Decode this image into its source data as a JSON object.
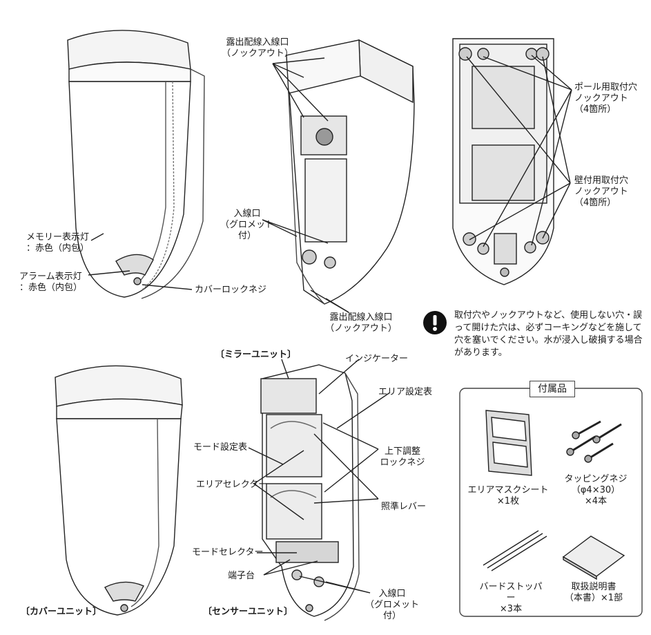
{
  "callouts": {
    "memory_lamp": "メモリー表示灯\n：赤色（内包）",
    "alarm_lamp": "アラーム表示灯\n：赤色（内包）",
    "cover_lock_screw": "カバーロックネジ",
    "exposed_wiring_top": "露出配線入線口\n（ノックアウト）",
    "inlet_grommet_mid": "入線口\n（グロメット付）",
    "exposed_wiring_bottom": "露出配線入線口\n（ノックアウト）",
    "pole_mount_hole": "ポール用取付穴\nノックアウト\n（4箇所）",
    "wall_mount_hole": "壁付用取付穴\nノックアウト\n（4箇所）",
    "mirror_unit": "〔ミラーユニット〕",
    "indicator": "インジケーター",
    "area_table": "エリア設定表",
    "mode_table": "モード設定表",
    "updown_lock_screw": "上下調整\nロックネジ",
    "area_selector": "エリアセレクター",
    "aim_lever": "照準レバー",
    "mode_selector": "モードセレクター",
    "terminal_block": "端子台",
    "inlet_grommet_bottom": "入線口\n（グロメット付）",
    "cover_unit": "〔カバーユニット〕",
    "sensor_unit": "〔センサーユニット〕"
  },
  "warning_note": "取付穴やノックアウトなど、使用しない穴・誤って開けた穴は、必ずコーキングなどを施して穴を塞いでください。水が浸入し破損する場合があります。",
  "accessories": {
    "title": "付属品",
    "items": [
      {
        "name": "エリアマスクシート\n×1枚"
      },
      {
        "name": "タッピングネジ\n（φ4×30）\n×4本"
      },
      {
        "name": "バードストッパー\n×3本"
      },
      {
        "name": "取扱説明書\n（本書）×1部"
      }
    ]
  }
}
